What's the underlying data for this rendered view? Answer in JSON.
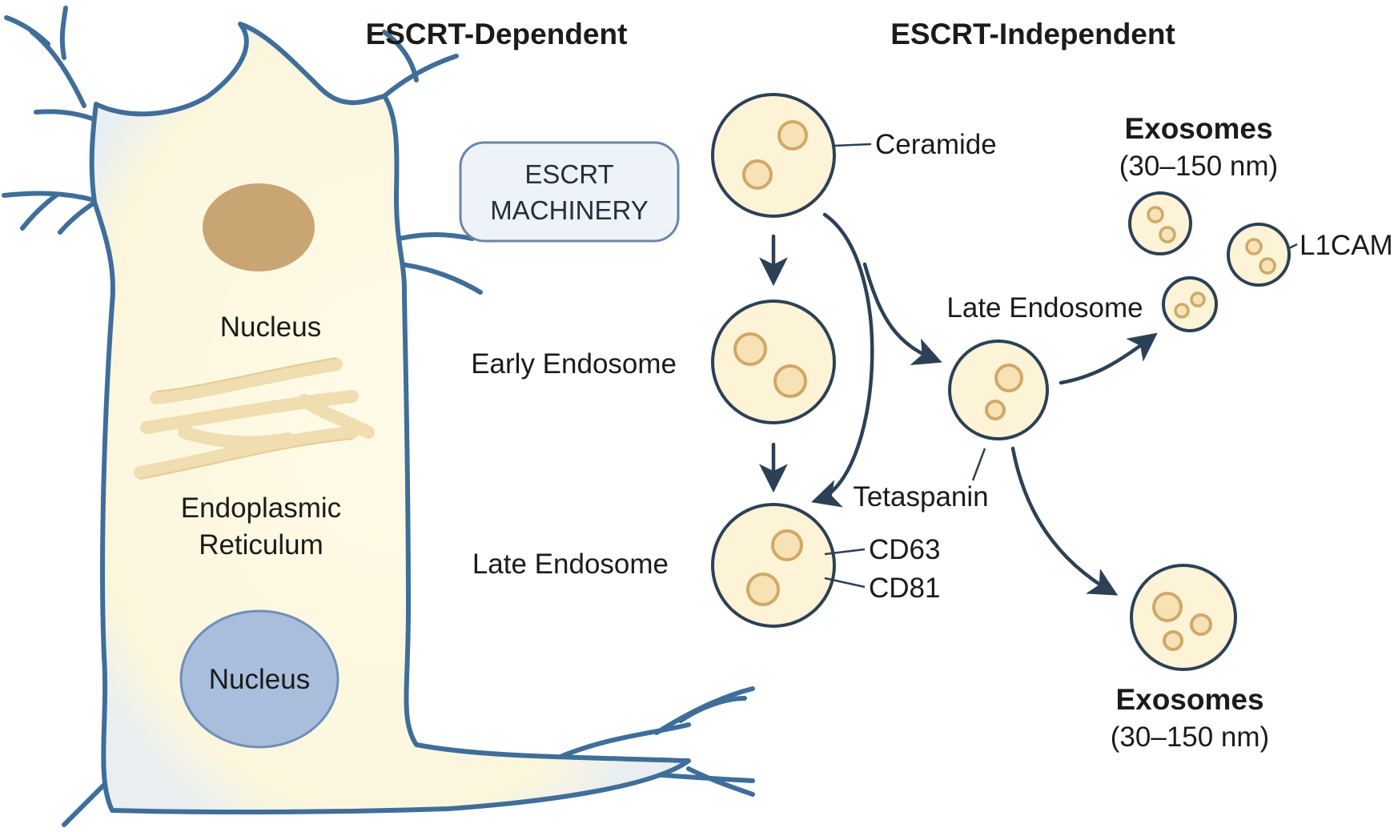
{
  "headings": {
    "escrt_dependent": "ESCRT-Dependent",
    "escrt_independent": "ESCRT-Independent"
  },
  "escrt_box": {
    "line1": "ESCRT",
    "line2": "MACHINERY"
  },
  "cell_labels": {
    "nucleus_top": "Nucleus",
    "er_line1": "Endoplasmic",
    "er_line2": "Reticulum",
    "nucleus_bottom": "Nucleus"
  },
  "pathway_labels": {
    "ceramide": "Ceramide",
    "early_endosome": "Early Endosome",
    "late_endosome_left": "Late Endosome",
    "late_endosome_right": "Late Endosome",
    "tetraspanin": "Tetaspanin",
    "cd63": "CD63",
    "cd81": "CD81",
    "l1cam": "L1CAM"
  },
  "exosomes_top": {
    "title": "Exosomes",
    "size": "(30–150 nm)"
  },
  "exosomes_bottom": {
    "title": "Exosomes",
    "size": "(30–150 nm)"
  },
  "colors": {
    "membrane": "#3f6e9a",
    "cytoplasm": "#fdf9e3",
    "nucleus_brown": "#c9a574",
    "er": "#f0ddb0",
    "nucleus_blue": "#a8bedc",
    "vesicle_fill": "#fdf3d6",
    "vesicle_edge": "#2c4156",
    "inner_vesicle": "#f6e2b4",
    "inner_edge": "#d0a868",
    "arrow": "#2c4156"
  }
}
